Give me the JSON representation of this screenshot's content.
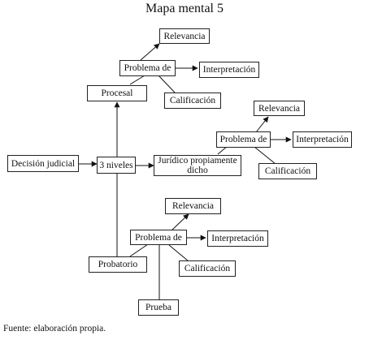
{
  "title": "Mapa mental 5",
  "source": "Fuente: elaboración propia.",
  "nodes": {
    "decision": "Decisión judicial",
    "niveles": "3 niveles",
    "procesal": "Procesal",
    "juridico": "Jurídico propiamente dicho",
    "probatorio": "Probatorio",
    "prueba": "Prueba",
    "procesal_problema": "Problema de",
    "procesal_relevancia": "Relevancia",
    "procesal_interpretacion": "Interpretación",
    "procesal_calificacion": "Calificación",
    "juridico_problema": "Problema de",
    "juridico_relevancia": "Relevancia",
    "juridico_interpretacion": "Interpretación",
    "juridico_calificacion": "Calificación",
    "probatorio_problema": "Problema de",
    "probatorio_relevancia": "Relevancia",
    "probatorio_interpretacion": "Interpretación",
    "probatorio_calificacion": "Calificación"
  }
}
